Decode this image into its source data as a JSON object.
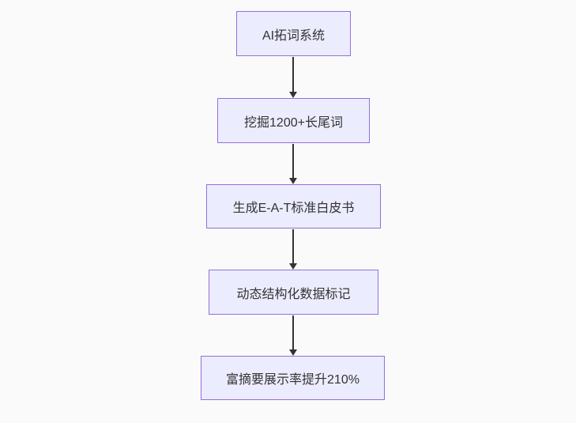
{
  "page": {
    "background_color": "#fafafa"
  },
  "flowchart": {
    "type": "flowchart",
    "direction": "top-down",
    "node_fill_color": "#ececff",
    "node_border_color": "#9370db",
    "node_text_color": "#333333",
    "arrow_color": "#333333",
    "nodes": [
      {
        "id": "A",
        "label": "AI拓词系统"
      },
      {
        "id": "B",
        "label": "挖掘1200+长尾词"
      },
      {
        "id": "C",
        "label": "生成E-A-T标准白皮书"
      },
      {
        "id": "D",
        "label": "动态结构化数据标记"
      },
      {
        "id": "E",
        "label": "富摘要展示率提升210%"
      }
    ],
    "edges": [
      {
        "from": "AI拓词系统",
        "to": "挖掘1200+长尾词"
      },
      {
        "from": "挖掘1200+长尾词",
        "to": "生成E-A-T标准白皮书"
      },
      {
        "from": "生成E-A-T标准白皮书",
        "to": "动态结构化数据标记"
      },
      {
        "from": "动态结构化数据标记",
        "to": "富摘要展示率提升210%"
      }
    ]
  }
}
